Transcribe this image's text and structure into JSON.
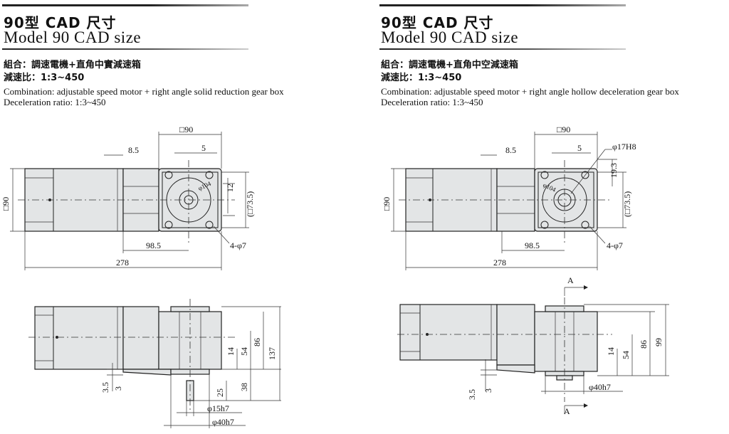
{
  "left": {
    "title_cn": "90型  CAD 尺寸",
    "title_en": "Model 90  CAD size",
    "combo_cn": "組合：調速電機+直角中實減速箱",
    "ratio_cn": "減速比：1:3~450",
    "combo_en": "Combination: adjustable speed motor + right angle solid reduction gear box",
    "ratio_en": "Deceleration ratio: 1:3~450",
    "dims": {
      "sq90": "□90",
      "d85": "8.5",
      "d5": "5",
      "phi104": "φ104",
      "d12": "12",
      "sq735": "(□73.5)",
      "sq90v": "□90",
      "holes": "4-φ7",
      "d985": "98.5",
      "d278": "278",
      "d14": "14",
      "d54": "54",
      "d86": "86",
      "d137": "137",
      "d35": "3.5",
      "d3": "3",
      "d25": "25",
      "d38": "38",
      "phi15": "φ15h7",
      "phi40": "φ40h7"
    }
  },
  "right": {
    "title_cn": "90型  CAD 尺寸",
    "title_en": "Model 90  CAD size",
    "combo_cn": "組合：調速電機+直角中空減速箱",
    "ratio_cn": "減速比：1:3~450",
    "combo_en": "Combination: adjustable speed motor + right angle hollow deceleration gear box",
    "ratio_en": "Deceleration ratio: 1:3~450",
    "dims": {
      "sq90": "□90",
      "d85": "8.5",
      "d5": "5",
      "phi17": "φ17H8",
      "d193": "19.3",
      "phi104": "φ104",
      "sq735": "(□73.5)",
      "sq90v": "□90",
      "holes": "4-φ7",
      "d985": "98.5",
      "d278": "278",
      "secA_top": "A",
      "secA_bot": "A",
      "d14": "14",
      "d54": "54",
      "d86": "86",
      "d99": "99",
      "d35": "3.5",
      "d3": "3",
      "phi40": "φ40h7"
    }
  }
}
